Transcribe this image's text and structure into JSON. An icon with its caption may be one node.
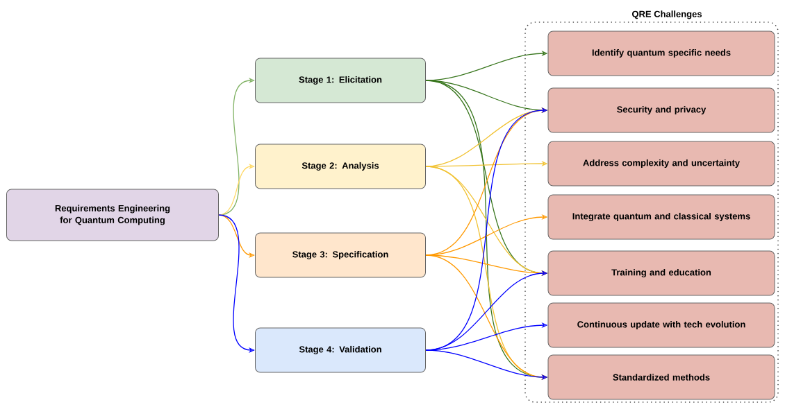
{
  "diagram": {
    "nodes": [
      {
        "text": [
          "Requirements Engineering for Quantum Computing"
        ]
      },
      {
        "text": [
          "Stage 1: Elicitation"
        ]
      },
      {
        "text": [
          "Stage 2: Analysis"
        ]
      },
      {
        "text": [
          "Stage 3: Specification"
        ]
      },
      {
        "text": [
          "Stage 4: Validation"
        ]
      },
      {
        "text": [
          "QRE Challenges"
        ]
      },
      {
        "text": [
          "Identify quantum specific needs"
        ],
        "in": 5
      },
      {
        "text": [
          "Security and privacy"
        ],
        "in": 5
      },
      {
        "text": [
          "Address complexity and uncertainty"
        ],
        "in": 5
      },
      {
        "text": [
          "Integrate quantum and classical systems"
        ],
        "in": 5
      },
      {
        "text": [
          "Training and education"
        ],
        "in": 5
      },
      {
        "text": [
          "Continuous update with tech evolution"
        ],
        "in": 5
      },
      {
        "text": [
          "Standardized methods"
        ],
        "in": 5
      }
    ],
    "edges": [
      {
        "from": 0,
        "to": 1,
        "arrow": "to",
        "color": "#82b366"
      },
      {
        "from": 0,
        "to": 2,
        "arrow": "to",
        "color": "#ffd966"
      },
      {
        "from": 0,
        "to": 3,
        "arrow": "to",
        "color": "#ff9900"
      },
      {
        "from": 0,
        "to": 4,
        "arrow": "to",
        "color": "#0000ff"
      },
      {
        "from": 1,
        "to": 6,
        "arrow": "to",
        "color": "#38761d"
      },
      {
        "from": 1,
        "to": 7,
        "arrow": "to",
        "color": "#38761d"
      },
      {
        "from": 1,
        "to": 10,
        "arrow": "to",
        "color": "#38761d"
      },
      {
        "from": 1,
        "to": 12,
        "arrow": "to",
        "color": "#38761d"
      },
      {
        "from": 2,
        "to": 7,
        "arrow": "to",
        "color": "#f1c232"
      },
      {
        "from": 2,
        "to": 8,
        "arrow": "to",
        "color": "#f1c232"
      },
      {
        "from": 2,
        "to": 10,
        "arrow": "to",
        "color": "#f1c232"
      },
      {
        "from": 2,
        "to": 12,
        "arrow": "to",
        "color": "#f1c232"
      },
      {
        "from": 3,
        "to": 7,
        "arrow": "to",
        "color": "#ff9900"
      },
      {
        "from": 3,
        "to": 9,
        "arrow": "to",
        "color": "#ff9900"
      },
      {
        "from": 3,
        "to": 10,
        "arrow": "to",
        "color": "#ff9900"
      },
      {
        "from": 3,
        "to": 12,
        "arrow": "to",
        "color": "#ff9900"
      },
      {
        "from": 4,
        "to": 7,
        "arrow": "to",
        "color": "#0000ff"
      },
      {
        "from": 4,
        "to": 10,
        "arrow": "to",
        "color": "#0000ff"
      },
      {
        "from": 4,
        "to": 11,
        "arrow": "to",
        "color": "#0000ff"
      },
      {
        "from": 4,
        "to": 12,
        "arrow": "to",
        "color": "#0000ff"
      }
    ]
  }
}
